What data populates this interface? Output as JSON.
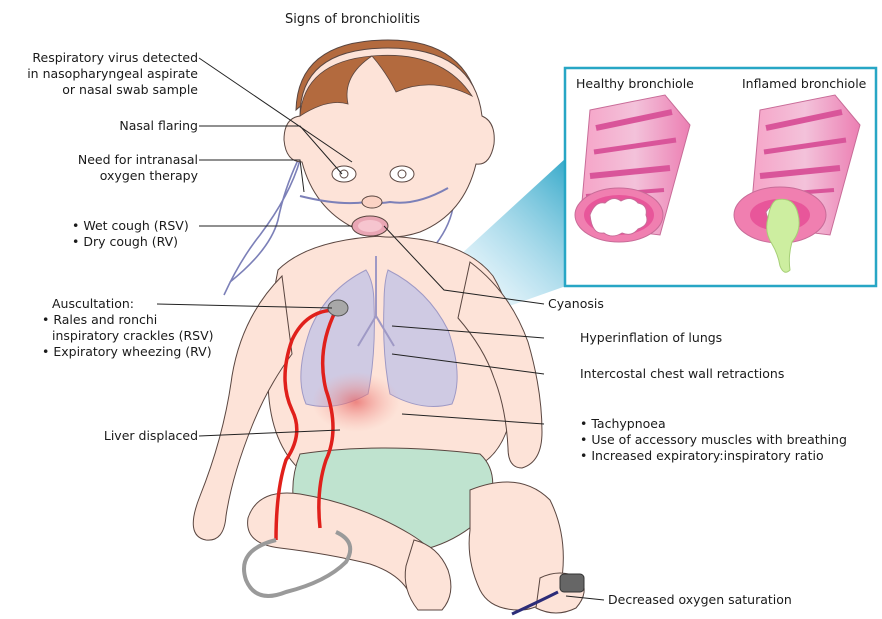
{
  "title": "Signs of bronchiolitis",
  "inset": {
    "healthy": "Healthy bronchiole",
    "inflamed": "Inflamed bronchiole"
  },
  "labels_left": {
    "virus": [
      "Respiratory virus detected",
      "in nasopharyngeal aspirate",
      "or nasal swab sample"
    ],
    "nasal_flaring": "Nasal flaring",
    "oxygen": [
      "Need for intranasal",
      "oxygen therapy"
    ],
    "cough": [
      "• Wet cough (RSV)",
      "• Dry  cough (RV)"
    ],
    "auscultation": [
      "Auscultation:",
      "• Rales and ronchi",
      "  inspiratory crackles (RSV)",
      "• Expiratory wheezing (RV)"
    ],
    "liver": "Liver displaced"
  },
  "labels_right": {
    "cyanosis": "Cyanosis",
    "hyperinflation": "Hyperinflation of lungs",
    "intercostal": "Intercostal chest wall retractions",
    "breathing": [
      "• Tachypnoea",
      "• Use of accessory muscles with breathing",
      "• Increased expiratory:inspiratory ratio"
    ],
    "oxygen_saturation": "Decreased oxygen saturation"
  },
  "colors": {
    "skin": "#fde3d8",
    "skin_outline": "#5a4640",
    "hair": "#b36a3e",
    "diaper": "#bfe3cf",
    "lungs": "#c7c6e6",
    "stethoscope_tube": "#e0201b",
    "inset_border": "#27a6c5",
    "bronchiole": "#f08fbf",
    "mucus": "#c8ea9a"
  }
}
